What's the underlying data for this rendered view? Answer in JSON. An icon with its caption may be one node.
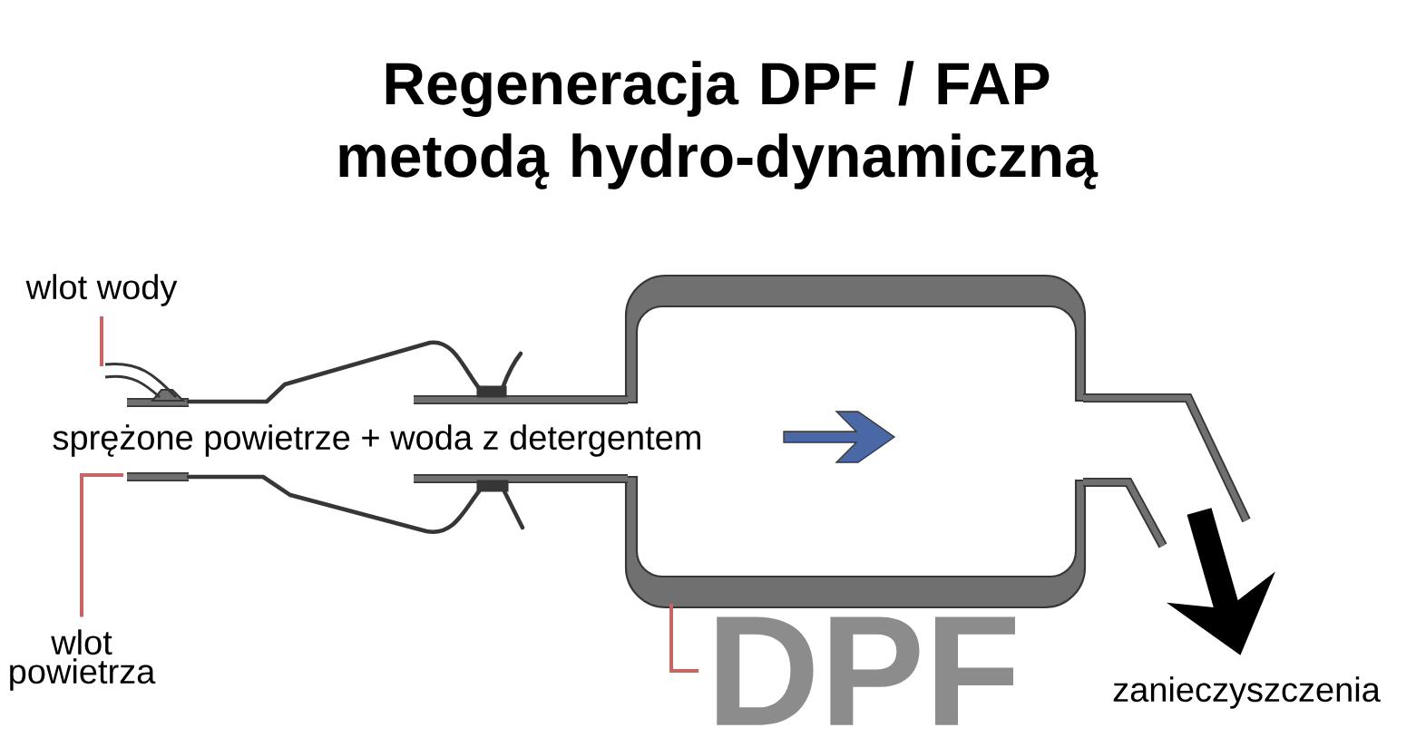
{
  "diagram": {
    "title": "Regeneracja DPF / FAP metodą hydro-dynamiczną",
    "nodes": [
      {
        "text": [
          "wlot wody"
        ]
      },
      {
        "text": [
          "wlot powietrza"
        ]
      },
      {
        "text": [
          "DPF"
        ]
      },
      {
        "text": [
          "zanieczyszczenia"
        ]
      }
    ],
    "edges": [
      {
        "from": 0,
        "to": null,
        "arrow": "none"
      },
      {
        "from": 1,
        "to": null,
        "arrow": "none"
      },
      {
        "from": 2,
        "to": null,
        "arrow": "none"
      },
      {
        "from": null,
        "to": 3,
        "arrow": "to",
        "style": "thick",
        "color": "#000000"
      }
    ],
    "labels": [
      "sprężone powietrze + woda z detergentem"
    ]
  }
}
